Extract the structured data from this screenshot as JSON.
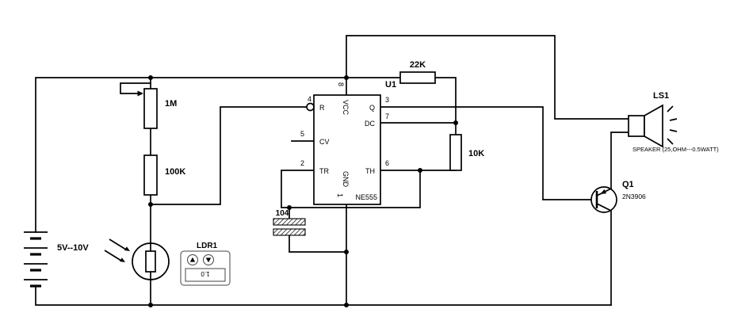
{
  "schematic": {
    "battery": {
      "label": "5V--10V"
    },
    "potentiometer": {
      "label": "1M"
    },
    "resistor_100k": {
      "label": "100K"
    },
    "ldr": {
      "label": "LDR1",
      "control_value": "1.0"
    },
    "capacitor": {
      "label": "104"
    },
    "resistor_22k": {
      "label": "22K"
    },
    "resistor_10k": {
      "label": "10K"
    },
    "ic": {
      "ref": "U1",
      "part": "NE555",
      "pins": {
        "n1": "1",
        "n2": "2",
        "n3": "3",
        "n4": "4",
        "n5": "5",
        "n6": "6",
        "n7": "7",
        "n8": "8",
        "reset": "R",
        "control": "CV",
        "trigger": "TR",
        "output": "Q",
        "discharge": "DC",
        "threshold": "TH",
        "vcc": "VCC",
        "gnd": "GND"
      }
    },
    "transistor": {
      "ref": "Q1",
      "part": "2N3906"
    },
    "speaker": {
      "ref": "LS1",
      "desc": "SPEAKER (25,OHM---0.5WATT)"
    }
  }
}
